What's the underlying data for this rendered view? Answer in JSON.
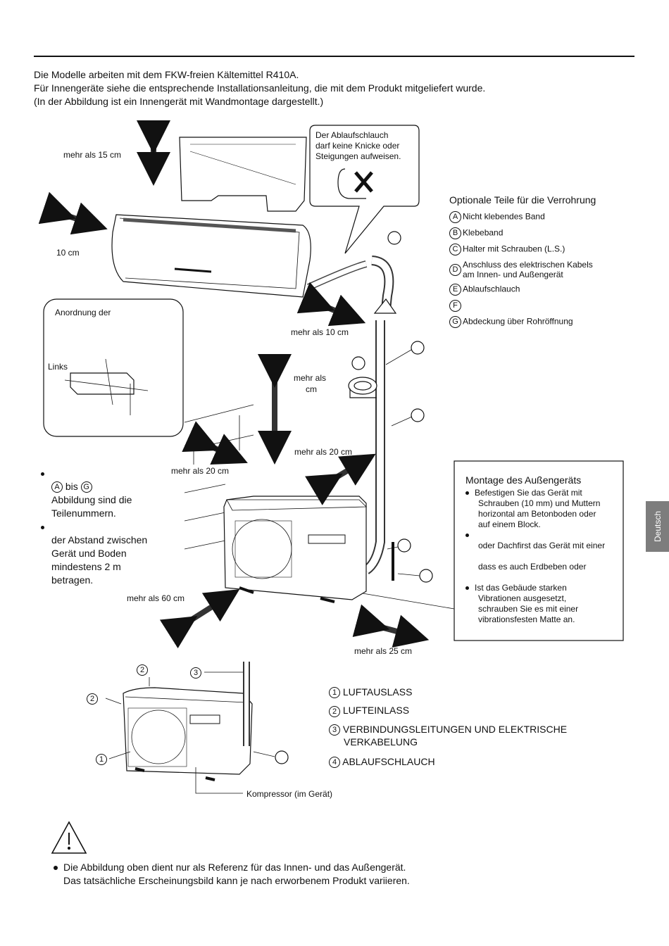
{
  "intro": [
    "Die Modelle arbeiten mit dem FKW-freien Kältemittel R410A.",
    "Für Innengeräte siehe die entsprechende Installationsanleitung, die mit dem Produkt mitgeliefert wurde.",
    "(In der Abbildung ist ein Innengerät mit Wandmontage dargestellt.)"
  ],
  "drain_note": [
    "Der Ablaufschlauch",
    "darf keine Knicke oder",
    "Steigungen aufweisen."
  ],
  "distances": {
    "top": "mehr als 15 cm",
    "side": "10 cm",
    "indoor_right": "mehr als 10 cm",
    "vertical_a": "mehr als",
    "vertical_b": "cm",
    "outdoor_right": "mehr als 20 cm",
    "outdoor_left": "mehr als 20 cm",
    "front": "mehr als 60 cm",
    "rear": "mehr als 25 cm"
  },
  "arrangement": {
    "title": "Anordnung der",
    "left": "Links"
  },
  "options": {
    "title": "Optionale Teile für die Verrohrung",
    "items": [
      {
        "letter": "A",
        "text": "Nicht klebendes Band"
      },
      {
        "letter": "B",
        "text": "Klebeband"
      },
      {
        "letter": "C",
        "text": "Halter mit Schrauben (L.S.)"
      },
      {
        "letter": "D",
        "text": "Anschluss des elektrischen Kabels",
        "text2": "am Innen- und Außengerät"
      },
      {
        "letter": "E",
        "text": "Ablaufschlauch"
      },
      {
        "letter": "F",
        "text": ""
      },
      {
        "letter": "G",
        "text": "Abdeckung über Rohröffnung"
      }
    ]
  },
  "left_notes": {
    "from": "A",
    "to": "G",
    "bis": "bis",
    "line1": "Abbildung sind die",
    "line2": "Teilenummern.",
    "line3": "der Abstand zwischen",
    "line4": "Gerät und Boden",
    "line5": "mindestens 2 m",
    "line6": "betragen."
  },
  "outdoor_mount": {
    "title": "Montage des Außengeräts",
    "b1": [
      "Befestigen Sie das Gerät mit",
      "Schrauben (10 mm) und Muttern",
      "horizontal am Betonboden oder",
      "auf einem Block."
    ],
    "b2a": "oder Dachfirst das Gerät mit einer",
    "b2b": "dass es auch Erdbeben oder",
    "b3": [
      "Ist das Gebäude starken",
      "Vibrationen ausgesetzt,",
      "schrauben Sie es mit einer",
      "vibrationsfesten Matte an."
    ]
  },
  "legend": {
    "items": [
      {
        "num": "1",
        "text": "LUFTAUSLASS"
      },
      {
        "num": "2",
        "text": "LUFTEINLASS"
      },
      {
        "num": "3",
        "text": "VERBINDUNGSLEITUNGEN UND ELEKTRISCHE",
        "text2": "VERKABELUNG"
      },
      {
        "num": "4",
        "text": "ABLAUFSCHLAUCH"
      }
    ],
    "compressor": "Kompressor (im Gerät)",
    "callout_1": "1",
    "callout_2": "2",
    "callout_3": "3"
  },
  "side_tab": "Deutsch",
  "note": [
    "Die Abbildung oben dient nur als Referenz für das Innen- und das Außengerät.",
    "Das tatsächliche Erscheinungsbild kann je nach erworbenem Produkt variieren."
  ]
}
